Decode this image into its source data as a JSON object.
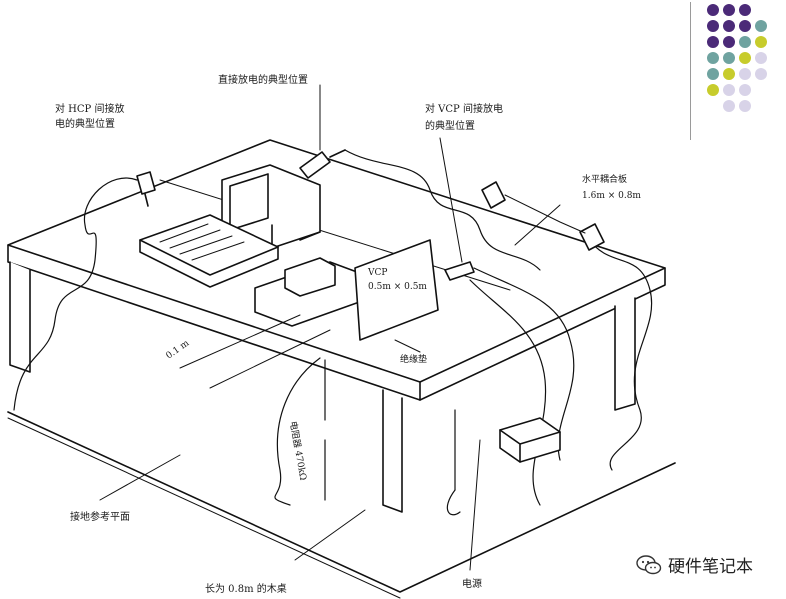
{
  "labels": {
    "hcp_position": [
      "对 HCP 间接放",
      "电的典型位置"
    ],
    "direct_position": "直接放电的典型位置",
    "vcp_position": [
      "对 VCP 间接放电",
      "的典型位置"
    ],
    "hcp_plate": [
      "水平耦合板",
      "1.6m × 0.8m"
    ],
    "vcp_plate": [
      "VCP",
      "0.5m × 0.5m"
    ],
    "distance": "0.1 m",
    "insulation": "绝缘垫",
    "resistor": "电阻器 470kΩ",
    "ground_plane": "接地参考平面",
    "wire": "长为 0.8m 的木桌",
    "power": "电源"
  },
  "watermark": "硬件笔记本",
  "decor_colors": {
    "purple": "#4b2a78",
    "teal": "#6fa3a0",
    "lime": "#c7cc2c",
    "lavender": "#d8d3e8"
  }
}
